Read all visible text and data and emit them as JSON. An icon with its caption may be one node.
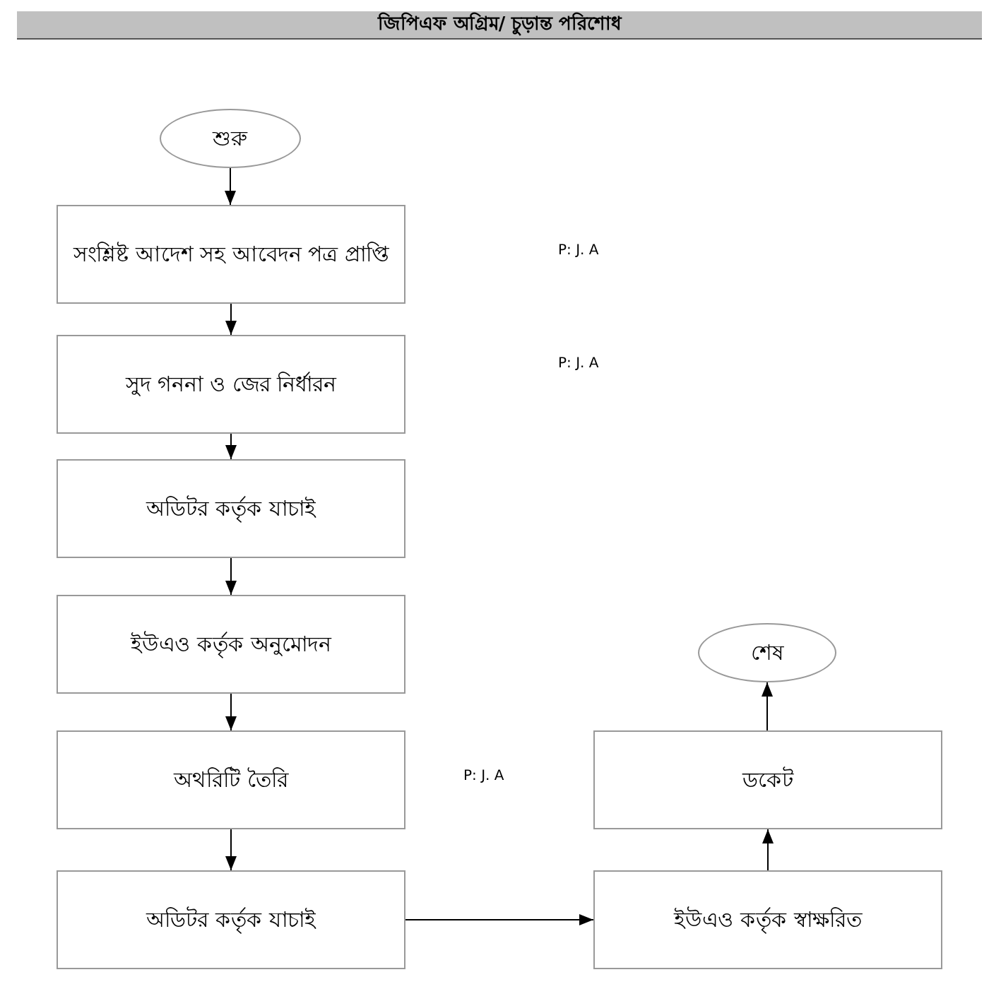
{
  "diagram": {
    "title": "জিপিএফ অগ্রিম/ চুড়ান্ত পরিশোধ",
    "nodes": [
      {
        "text": [
          "শুরু"
        ]
      },
      {
        "text": [
          "সংশ্লিষ্ট আদেশ সহ আবেদন পত্র প্রাপ্তি"
        ]
      },
      {
        "text": [
          "সুদ গননা ও জের নির্ধারন"
        ]
      },
      {
        "text": [
          "অডিটর কর্তৃক যাচাই"
        ]
      },
      {
        "text": [
          "ইউএও কর্তৃক অনুমোদন"
        ]
      },
      {
        "text": [
          "অথরিটি তৈরি"
        ]
      },
      {
        "text": [
          "অডিটর কর্তৃক যাচাই"
        ]
      },
      {
        "text": [
          "ইউএও কর্তৃক স্বাক্ষরিত"
        ]
      },
      {
        "text": [
          "ডকেট"
        ]
      },
      {
        "text": [
          "শেষ"
        ]
      }
    ],
    "edges": [
      {
        "from": 0,
        "to": 1,
        "arrow": "to"
      },
      {
        "from": 1,
        "to": 2,
        "arrow": "to"
      },
      {
        "from": 2,
        "to": 3,
        "arrow": "to"
      },
      {
        "from": 3,
        "to": 4,
        "arrow": "to"
      },
      {
        "from": 4,
        "to": 5,
        "arrow": "to"
      },
      {
        "from": 5,
        "to": 6,
        "arrow": "to"
      },
      {
        "from": 6,
        "to": 7,
        "arrow": "to"
      },
      {
        "from": 7,
        "to": 8,
        "arrow": "to"
      },
      {
        "from": 8,
        "to": 9,
        "arrow": "to"
      }
    ],
    "labels": [
      "P: J. A",
      "P: J. A",
      "P: J. A"
    ]
  }
}
